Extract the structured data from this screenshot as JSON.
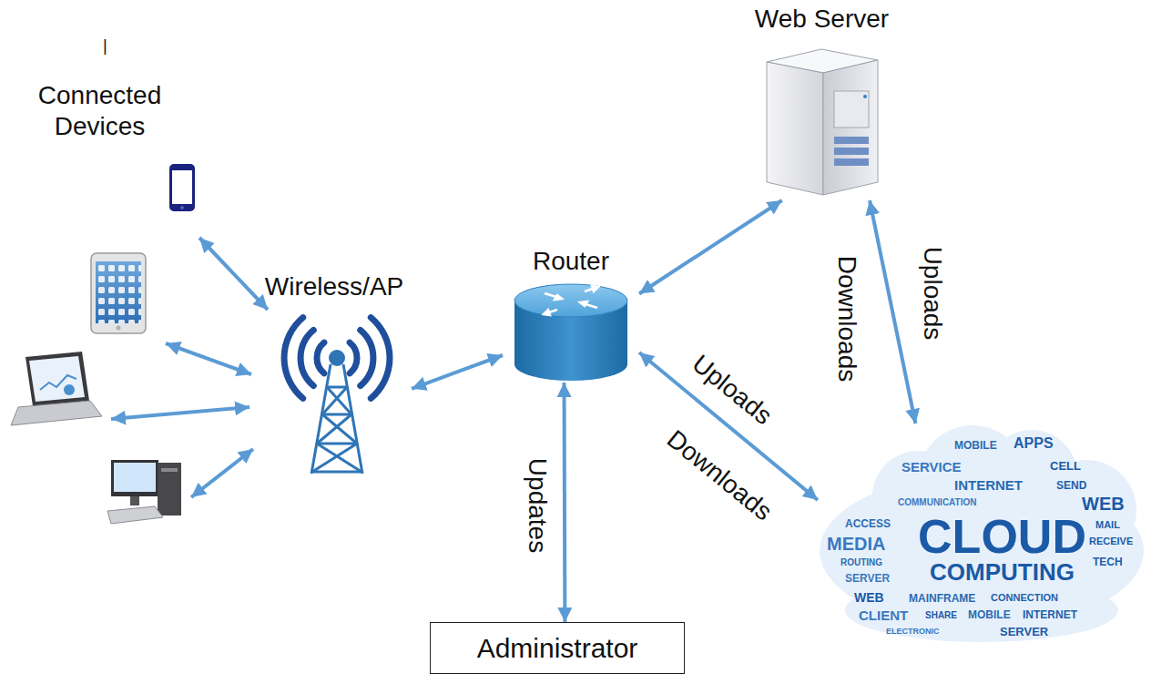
{
  "diagram": {
    "nodes": [
      {
        "text": [
          "Wireless/AP"
        ]
      },
      {
        "text": [
          "Router"
        ]
      },
      {
        "text": [
          "Web Server"
        ]
      },
      {
        "text": [
          "CLOUD COMPUTING",
          "MOBILE",
          "APPS",
          "SERVICE",
          "CELL",
          "INTERNET",
          "SEND",
          "COMMUNICATION",
          "WEB",
          "ACCESS",
          "MAIL",
          "MEDIA",
          "RECEIVE",
          "ROUTING",
          "TECH",
          "SERVER",
          "WEB",
          "MAINFRAME",
          "CONNECTION",
          "CLIENT",
          "SHARE",
          "MOBILE",
          "INTERNET",
          "ELECTRONIC",
          "SERVER"
        ]
      },
      {
        "text": [
          "Administrator"
        ]
      }
    ],
    "edges": [
      {
        "from": 0,
        "to": 1,
        "arrow": "both"
      },
      {
        "from": 1,
        "to": 2,
        "arrow": "both"
      },
      {
        "from": 1,
        "to": 3,
        "label": "Uploads",
        "arrow": "both"
      },
      {
        "from": 2,
        "to": 3,
        "label": "Uploads",
        "arrow": "both"
      },
      {
        "from": 1,
        "to": 4,
        "label": "Updates",
        "arrow": "both"
      }
    ],
    "labels": [
      "|",
      "Connected Devices",
      "Downloads",
      "Downloads"
    ]
  }
}
